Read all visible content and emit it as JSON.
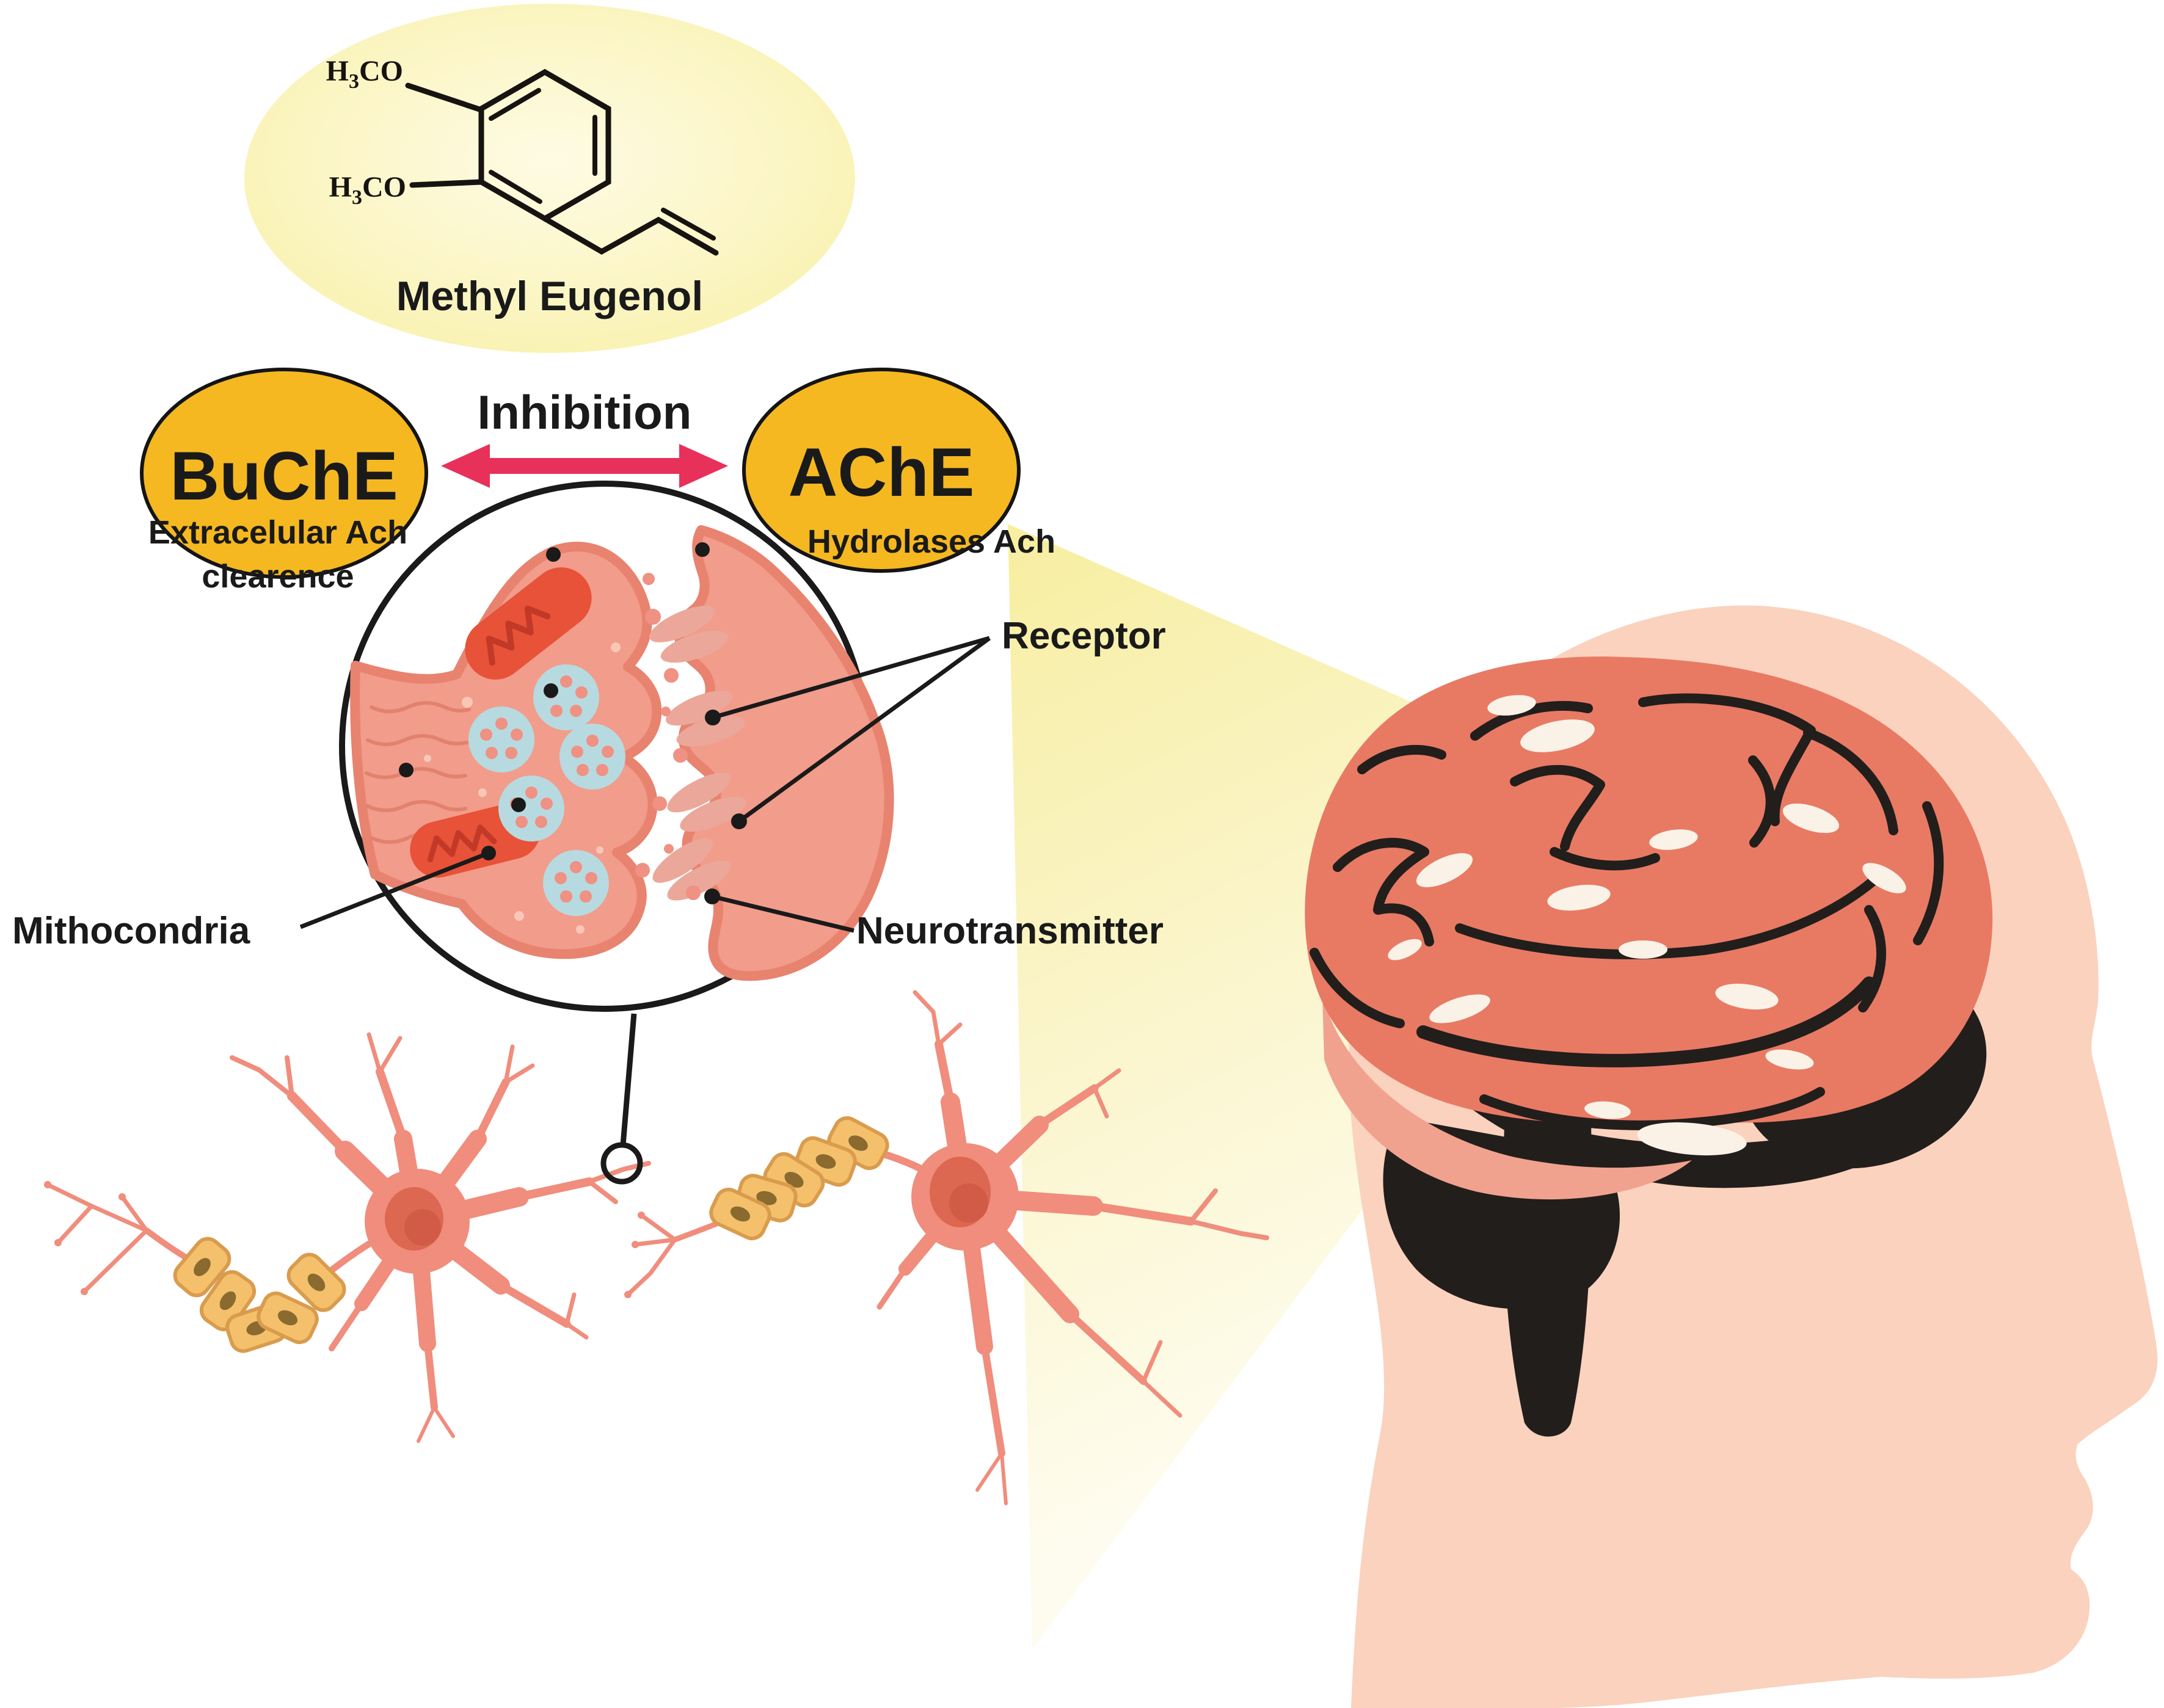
{
  "figure": {
    "molecule": {
      "name": "Methyl Eugenol",
      "methoxy_top": {
        "base": "H",
        "subscript": "3",
        "rest": "CO"
      },
      "methoxy_bottom": {
        "base": "H",
        "subscript": "3",
        "rest": "CO"
      }
    },
    "enzymes": {
      "relation": "Inhibition",
      "buche": {
        "name": "BuChE",
        "caption_line1": "Extracelular Ach",
        "caption_line2": "clearence"
      },
      "ache": {
        "name": "AChE",
        "caption": "Hydrolases Ach"
      }
    },
    "synapse": {
      "receptor_label": "Receptor",
      "mitochondria_label": "Mithocondria",
      "neurotransmitter_label": "Neurotransmitter"
    },
    "colors": {
      "molecule_bg": "#F8F0A2",
      "enzyme_fill": "#F5B820",
      "arrow": "#E8315A",
      "ink": "#1A1A1A",
      "beam": "#F8F0A8",
      "synapse_body": "#F29C8B",
      "membrane": "#E8836F",
      "vesicle": "#B7DAE0",
      "vesicle_dot": "#EF9183",
      "mitochondria": "#E85238",
      "receptor": "#EBA89A",
      "neuron": "#F08D7C",
      "nucleus": "#DC6852",
      "myelin": "#F4C06C",
      "myelin_edge": "#D99C4E",
      "skin": "#FAD2BE",
      "brain": "#E87A64"
    }
  }
}
